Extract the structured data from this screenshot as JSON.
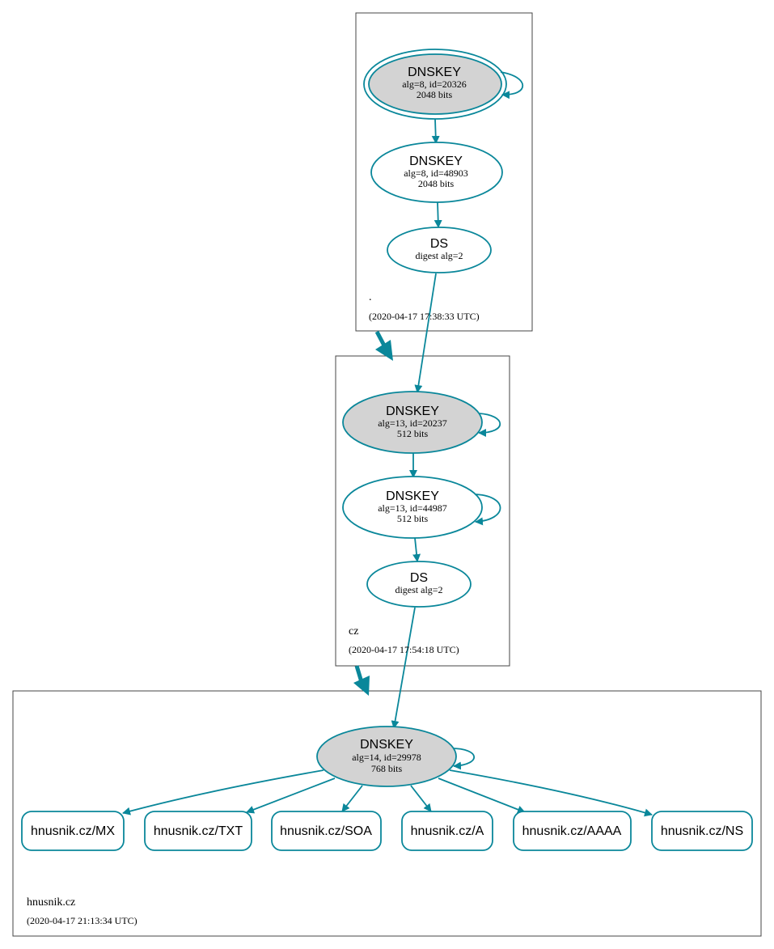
{
  "colors": {
    "edge": "#0a879a",
    "zone_border": "#444444",
    "node_fill_ksk": "#d3d3d3",
    "node_fill": "#ffffff"
  },
  "zones": [
    {
      "id": "root",
      "name": ".",
      "timestamp": "(2020-04-17 17:38:33 UTC)",
      "nodes": [
        {
          "id": "root-ksk",
          "title": "DNSKEY",
          "line1": "alg=8, id=20326",
          "line2": "2048 bits",
          "ksk": true,
          "self_loop": true
        },
        {
          "id": "root-zsk",
          "title": "DNSKEY",
          "line1": "alg=8, id=48903",
          "line2": "2048 bits",
          "ksk": false,
          "self_loop": false
        },
        {
          "id": "root-ds",
          "title": "DS",
          "line1": "digest alg=2",
          "ksk": false,
          "self_loop": false
        }
      ]
    },
    {
      "id": "cz",
      "name": "cz",
      "timestamp": "(2020-04-17 17:54:18 UTC)",
      "nodes": [
        {
          "id": "cz-ksk",
          "title": "DNSKEY",
          "line1": "alg=13, id=20237",
          "line2": "512 bits",
          "ksk": true,
          "self_loop": true
        },
        {
          "id": "cz-zsk",
          "title": "DNSKEY",
          "line1": "alg=13, id=44987",
          "line2": "512 bits",
          "ksk": false,
          "self_loop": true
        },
        {
          "id": "cz-ds",
          "title": "DS",
          "line1": "digest alg=2",
          "ksk": false,
          "self_loop": false
        }
      ]
    },
    {
      "id": "hnusnik",
      "name": "hnusnik.cz",
      "timestamp": "(2020-04-17 21:13:34 UTC)",
      "nodes": [
        {
          "id": "hn-ksk",
          "title": "DNSKEY",
          "line1": "alg=14, id=29978",
          "line2": "768 bits",
          "ksk": true,
          "self_loop": true
        }
      ],
      "records": [
        "hnusnik.cz/MX",
        "hnusnik.cz/TXT",
        "hnusnik.cz/SOA",
        "hnusnik.cz/A",
        "hnusnik.cz/AAAA",
        "hnusnik.cz/NS"
      ]
    }
  ]
}
